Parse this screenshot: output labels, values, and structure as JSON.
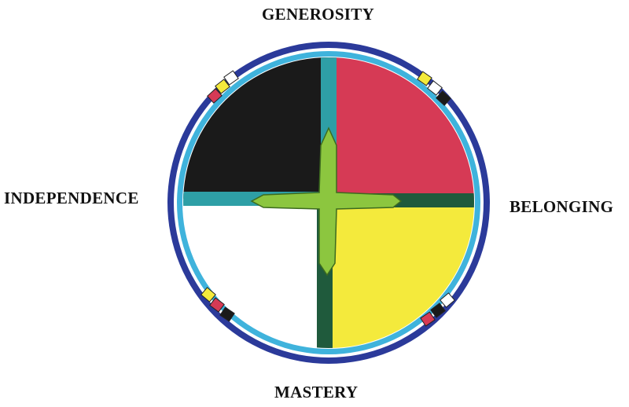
{
  "labels": {
    "top": "GENEROSITY",
    "left": "INDEPENDENCE",
    "right": "BELONGING",
    "bottom": "MASTERY"
  },
  "colors": {
    "outer_ring": "#2b3a9a",
    "inner_ring": "#3fb3dc",
    "top_left": "#1a1a1a",
    "top_right": "#d63a55",
    "bottom_left": "#ffffff",
    "bottom_right": "#f4ea3c",
    "cross_teal": "#2e9fa6",
    "cross_dark_green": "#1f5a3c",
    "center_cross": "#8cc63f"
  }
}
